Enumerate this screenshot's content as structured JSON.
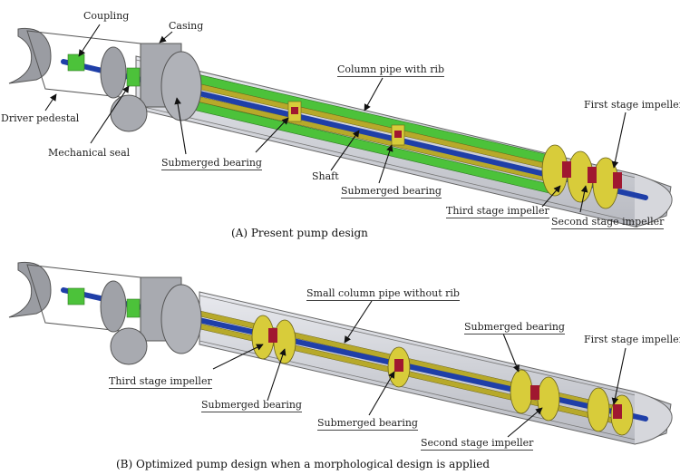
{
  "figure": {
    "panel_a": {
      "caption": "(A) Present pump design",
      "labels": {
        "coupling": "Coupling",
        "casing": "Casing",
        "driver_pedestal": "Driver pedestal",
        "mechanical_seal": "Mechanical seal",
        "submerged_bearing_1": "Submerged bearing",
        "column_pipe": "Column pipe with rib",
        "shaft": "Shaft",
        "submerged_bearing_2": "Submerged bearing",
        "first_stage": "First stage impeller",
        "third_stage": "Third stage impeller",
        "second_stage": "Second stage impeller"
      }
    },
    "panel_b": {
      "caption": "(B) Optimized pump design when a morphological design is applied",
      "labels": {
        "small_column_pipe": "Small column pipe without rib",
        "submerged_bearing_top": "Submerged bearing",
        "first_stage": "First stage impeller",
        "third_stage": "Third stage impeller",
        "submerged_bearing_1": "Submerged bearing",
        "submerged_bearing_2": "Submerged bearing",
        "second_stage": "Second stage impeller"
      }
    },
    "colors": {
      "shaft": "#1f3fa8",
      "rib": "#4cc23a",
      "pipe_inner": "#b7a92a",
      "impeller": "#d8cc3a",
      "impeller_core": "#a01830",
      "casing": "#9a9ca2",
      "pipe_shell": "#d9dadf"
    }
  }
}
